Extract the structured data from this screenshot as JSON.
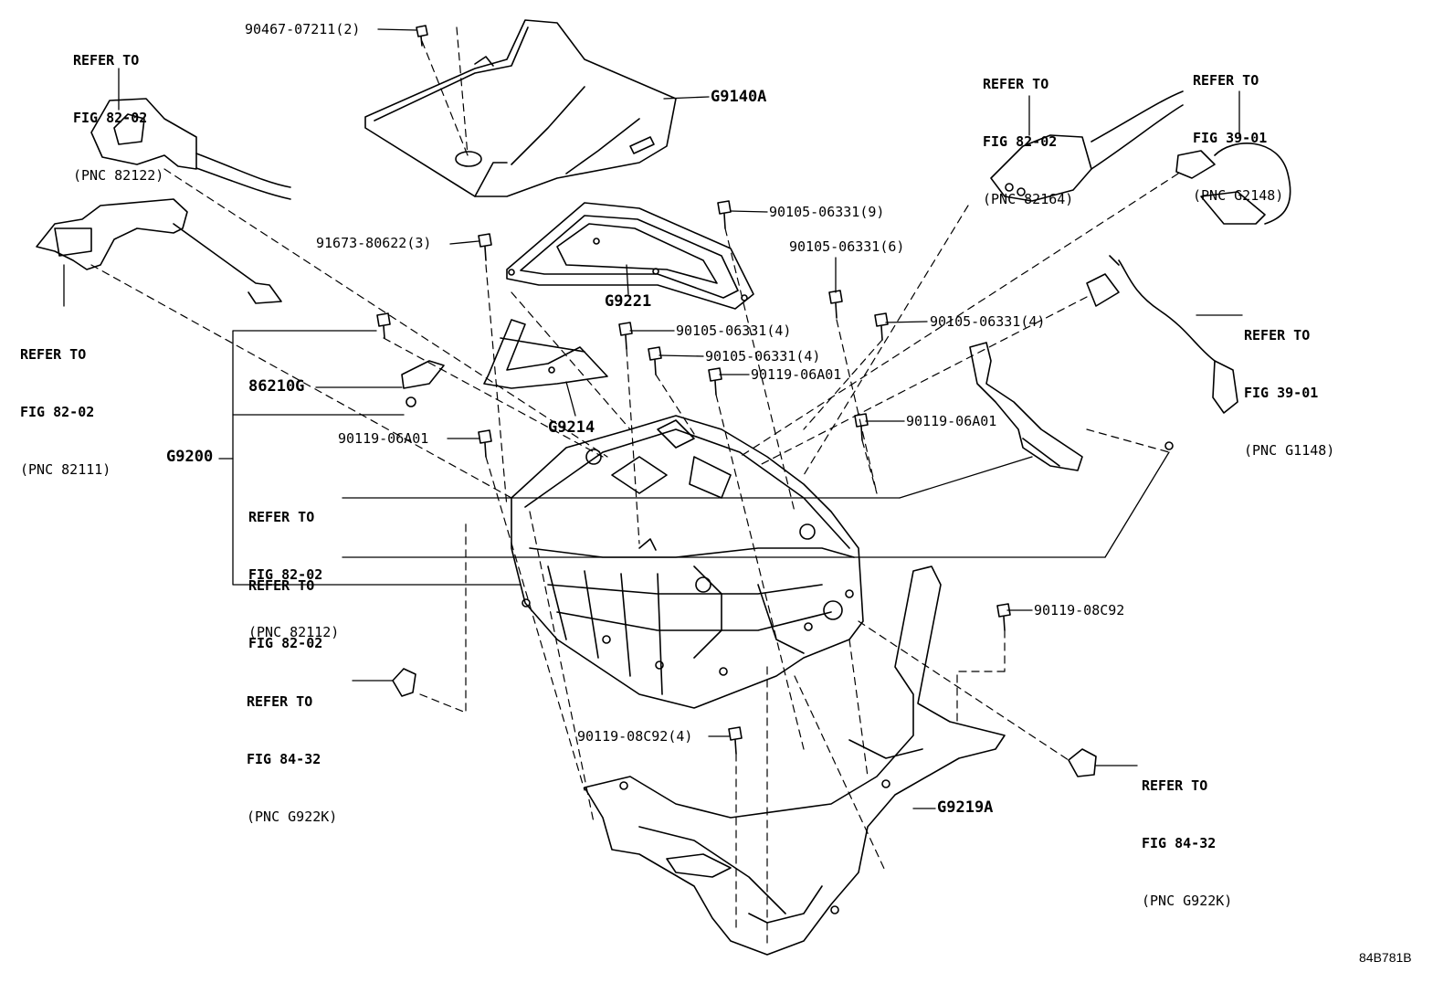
{
  "diagram_code": "84B781B",
  "part_labels": {
    "p90467": "90467-07211(2)",
    "g9140a": "G9140A",
    "p91673": "91673-80622(3)",
    "p90105_9": "90105-06331(9)",
    "p90105_6": "90105-06331(6)",
    "g9221": "G9221",
    "p90105_4a": "90105-06331(4)",
    "p90105_4b": "90105-06331(4)",
    "p90105_4c": "90105-06331(4)",
    "p90119_a": "90119-06A01",
    "p90119_b": "90119-06A01",
    "p90119_c": "90119-06A01",
    "g86210": "86210G",
    "g9214": "G9214",
    "g9200": "G9200",
    "p90119_08a": "90119-08C92",
    "p90119_08b": "90119-08C92(4)",
    "g9219a": "G9219A"
  },
  "refers": {
    "r1": {
      "l1": "REFER TO",
      "l2": "FIG 82-02",
      "l3": "(PNC 82122)"
    },
    "r2": {
      "l1": "REFER TO",
      "l2": "FIG 82-02",
      "l3": "(PNC 82111)"
    },
    "r3": {
      "l1": "REFER TO",
      "l2": "FIG 82-02",
      "l3": "(PNC 82164)"
    },
    "r4": {
      "l1": "REFER TO",
      "l2": "FIG 39-01",
      "l3": "(PNC G2148)"
    },
    "r5": {
      "l1": "REFER TO",
      "l2": "FIG 39-01",
      "l3": "(PNC G1148)"
    },
    "r6": {
      "l1": "REFER TO",
      "l2": "FIG 82-02",
      "l3": "(PNC 82112)"
    },
    "r7": {
      "l1": "REFER TO",
      "l2": "FIG 82-02"
    },
    "r8": {
      "l1": "REFER TO",
      "l2": "FIG 84-32",
      "l3": "(PNC G922K)"
    },
    "r9": {
      "l1": "REFER TO",
      "l2": "FIG 84-32",
      "l3": "(PNC G922K)"
    }
  }
}
